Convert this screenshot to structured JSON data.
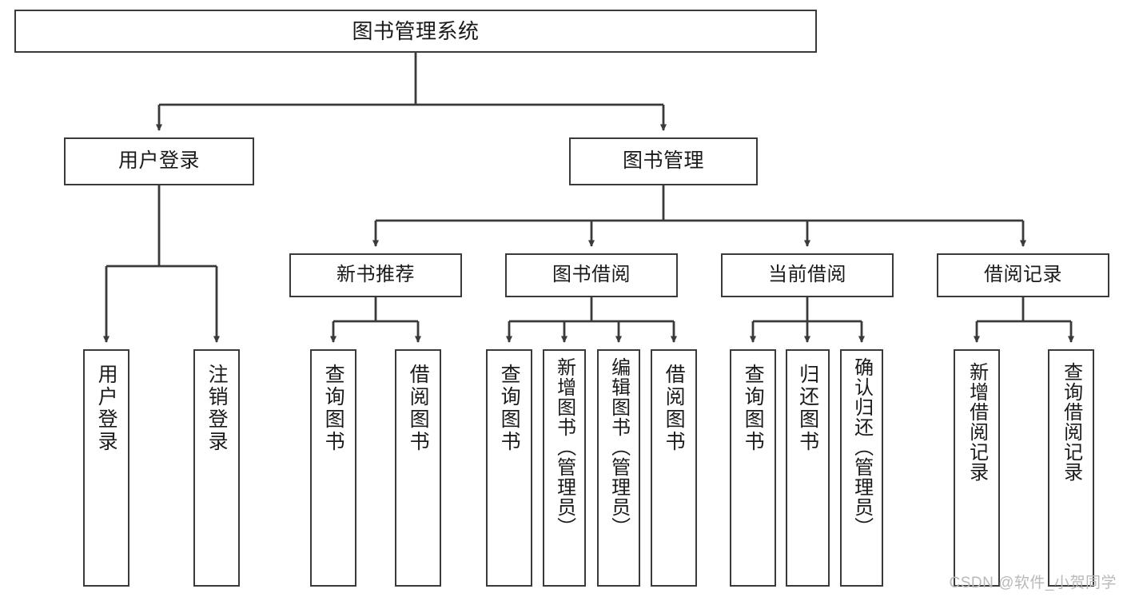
{
  "diagram": {
    "title": "图书管理系统",
    "type": "tree",
    "stroke_color": "#3a3a3a",
    "background_color": "#ffffff",
    "text_color": "#1a1a1a",
    "nodes": {
      "root": {
        "label": "图书管理系统"
      },
      "level1": [
        {
          "id": "user-login",
          "label": "用户登录"
        },
        {
          "id": "book-manage",
          "label": "图书管理"
        }
      ],
      "level2": [
        {
          "id": "new-book-recommend",
          "label": "新书推荐"
        },
        {
          "id": "book-borrow",
          "label": "图书借阅"
        },
        {
          "id": "current-borrow",
          "label": "当前借阅"
        },
        {
          "id": "borrow-record",
          "label": "借阅记录"
        }
      ],
      "leaves": [
        {
          "id": "leaf-user-login",
          "label": "用户登录",
          "parent": "user-login"
        },
        {
          "id": "leaf-user-logout",
          "label": "注销登录",
          "parent": "user-login"
        },
        {
          "id": "leaf-query-book-1",
          "label": "查询图书",
          "parent": "new-book-recommend"
        },
        {
          "id": "leaf-borrow-book-1",
          "label": "借阅图书",
          "parent": "new-book-recommend"
        },
        {
          "id": "leaf-query-book-2",
          "label": "查询图书",
          "parent": "book-borrow"
        },
        {
          "id": "leaf-add-book",
          "label": "新增图书（管理员）",
          "parent": "book-borrow"
        },
        {
          "id": "leaf-edit-book",
          "label": "编辑图书（管理员）",
          "parent": "book-borrow"
        },
        {
          "id": "leaf-borrow-book-2",
          "label": "借阅图书",
          "parent": "book-borrow"
        },
        {
          "id": "leaf-query-book-3",
          "label": "查询图书",
          "parent": "current-borrow"
        },
        {
          "id": "leaf-return-book",
          "label": "归还图书",
          "parent": "current-borrow"
        },
        {
          "id": "leaf-confirm-return",
          "label": "确认归还（管理员）",
          "parent": "current-borrow"
        },
        {
          "id": "leaf-add-record",
          "label": "新增借阅记录",
          "parent": "borrow-record"
        },
        {
          "id": "leaf-query-record",
          "label": "查询借阅记录",
          "parent": "borrow-record"
        }
      ]
    }
  },
  "watermark": {
    "text": "CSDN @软件_小贺同学"
  }
}
